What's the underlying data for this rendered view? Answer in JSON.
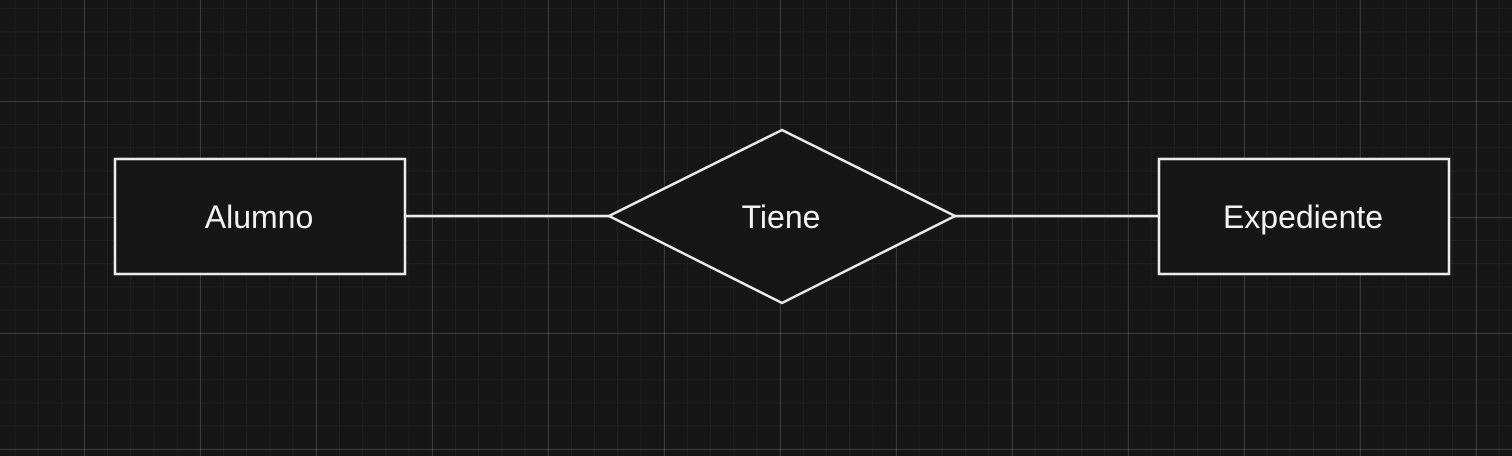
{
  "diagram": {
    "entity_left": {
      "label": "Alumno"
    },
    "relationship": {
      "label": "Tiene"
    },
    "entity_right": {
      "label": "Expediente"
    }
  },
  "colors": {
    "background": "#161616",
    "stroke": "#ececec",
    "text": "#f2f2f2"
  }
}
